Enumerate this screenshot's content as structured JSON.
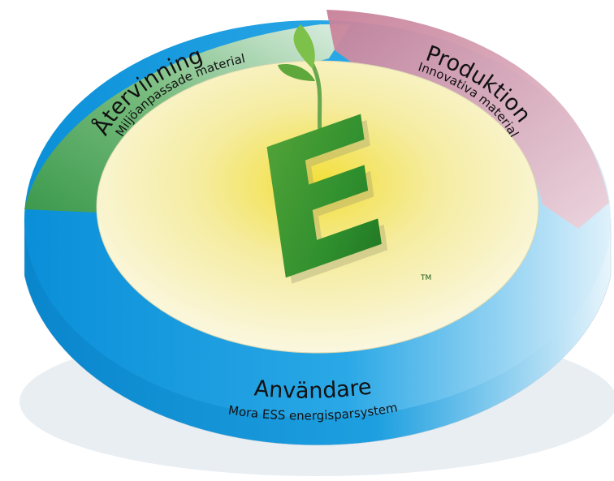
{
  "segments": {
    "recycling": {
      "title": "Återvinning",
      "subtitle": "Miljöanpassade material",
      "color": "#5aa85a"
    },
    "production": {
      "title": "Produktion",
      "subtitle": "Innovativa material",
      "color": "#c98aa0"
    },
    "users": {
      "title": "Användare",
      "subtitle": "Mora ESS energisparsystem",
      "color": "#1e9bdc"
    }
  },
  "logo": {
    "letter": "E",
    "trademark": "TM",
    "color": "#3a9a2a"
  }
}
